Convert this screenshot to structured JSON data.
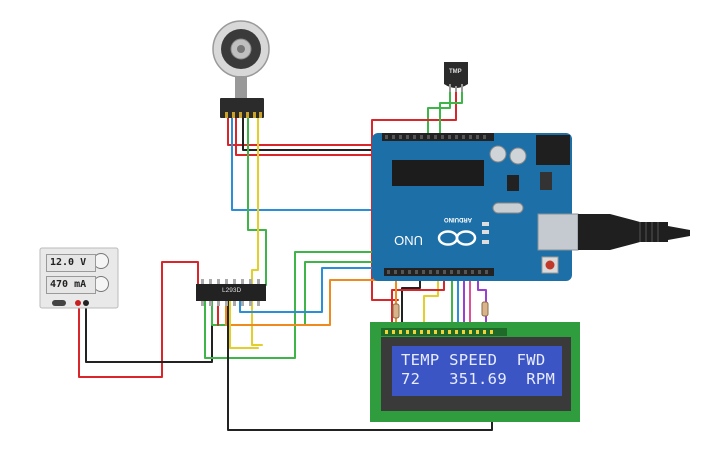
{
  "power_supply": {
    "voltage": "12.0 V",
    "current": "470 mA"
  },
  "motor_driver": {
    "label": "L293D"
  },
  "arduino": {
    "brand": "ARDUINO",
    "model": "UNO"
  },
  "sensor": {
    "label": "TMP"
  },
  "lcd": {
    "line1": "TEMP SPEED  FWD",
    "line2": "72   351.69  RPM"
  },
  "colors": {
    "board": "#1d6fa8",
    "lcd_screen": "#3b55c4",
    "lcd_board": "#2f9c3e",
    "wire_red": "#d9262a",
    "wire_black": "#222222",
    "wire_green": "#3fb549",
    "wire_blue": "#2a8fd8",
    "wire_yellow": "#e3cf2a",
    "wire_orange": "#ef8a1e",
    "wire_purple": "#9a3fd0",
    "wire_pink": "#e04f9a"
  }
}
